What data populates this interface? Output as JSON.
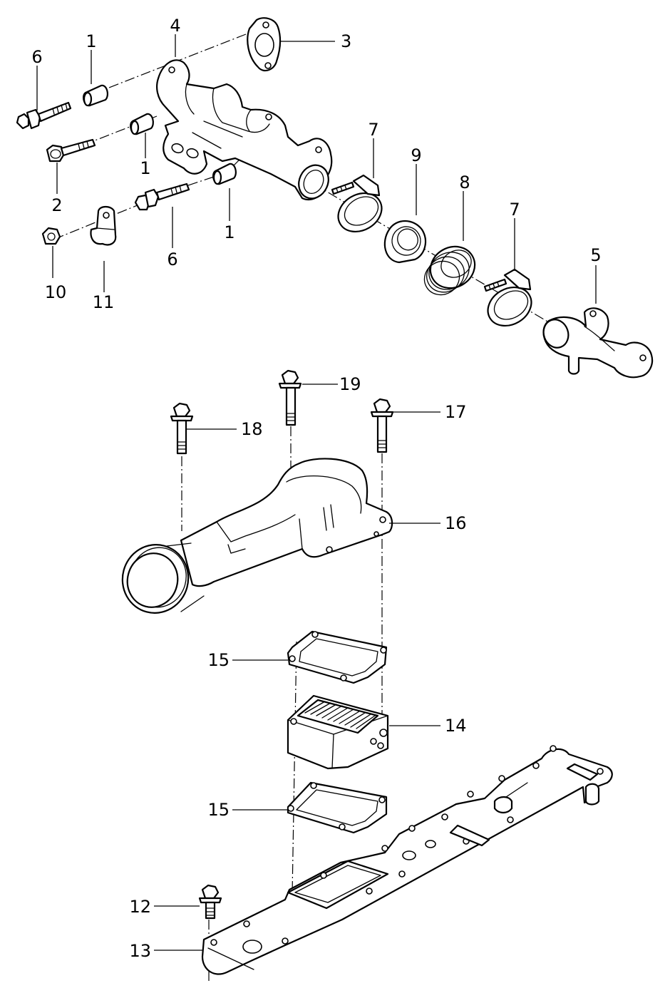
{
  "callouts": {
    "c1a": "1",
    "c1b": "1",
    "c1c": "1",
    "c2": "2",
    "c3": "3",
    "c4": "4",
    "c5": "5",
    "c6a": "6",
    "c6b": "6",
    "c7a": "7",
    "c7b": "7",
    "c8": "8",
    "c9": "9",
    "c10": "10",
    "c11": "11",
    "c12": "12",
    "c13": "13",
    "c14": "14",
    "c15a": "15",
    "c15b": "15",
    "c16": "16",
    "c17": "17",
    "c18": "18",
    "c19": "19"
  }
}
